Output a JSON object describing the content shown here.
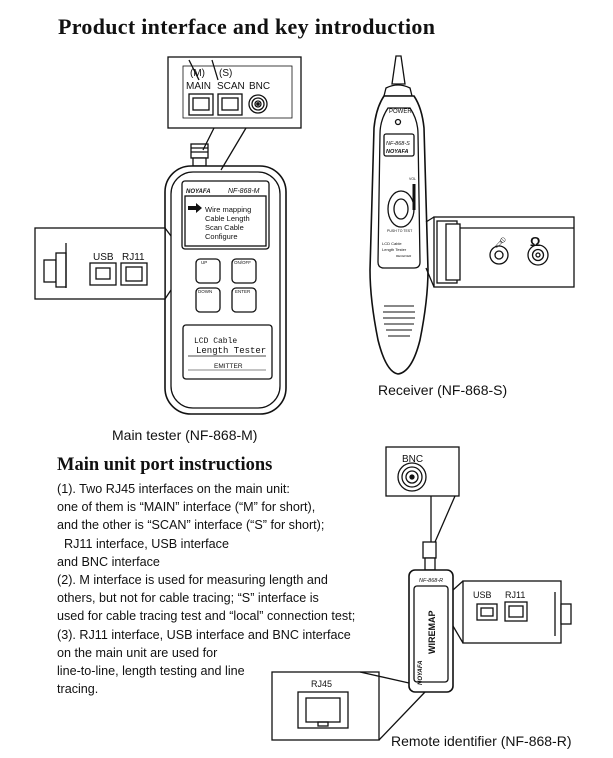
{
  "heading": "Product interface and key introduction",
  "main_unit": {
    "top_ports": {
      "m_tag": "(M)",
      "s_tag": "(S)",
      "main": "MAIN",
      "scan": "SCAN",
      "bnc": "BNC"
    },
    "side_ports": {
      "usb": "USB",
      "rj11": "RJ11"
    },
    "brand": "NOYAFA",
    "model": "NF-868-M",
    "menu": [
      "Wire mapping",
      "Cable Length",
      "Scan Cable",
      "Configure"
    ],
    "keys": {
      "up": "UP",
      "onoff": "ON/OFF",
      "down": "DOWN",
      "enter": "ENTER"
    },
    "label_line1": "LCD Cable",
    "label_line2": "Length Tester",
    "label_line3": "EMITTER",
    "caption": "Main tester (NF-868-M)"
  },
  "receiver": {
    "power": "POWER",
    "model": "NF-868-S",
    "brand": "NOYAFA",
    "vol": "VOL",
    "push": "PUSH TO TEST",
    "label_line1": "LCD Cable",
    "label_line2": "Length Tester",
    "label_line3": "RECEIVER",
    "caption": "Receiver (NF-868-S)"
  },
  "remote": {
    "model": "NF-868-R",
    "wiremap": "WIREMAP",
    "brand": "NOYAFA",
    "bnc": "BNC",
    "usb": "USB",
    "rj11": "RJ11",
    "rj45": "RJ45",
    "caption": "Remote identifier (NF-868-R)"
  },
  "section_title": "Main unit port instructions",
  "instructions": [
    "(1). Two RJ45 interfaces on the main unit:",
    "one of them is “MAIN” interface (“M” for short),",
    "and the other is “SCAN” interface (“S” for short);",
    "  RJ11 interface, USB interface",
    "and BNC interface",
    "(2). M interface is used for measuring length and",
    "others, but not for cable tracing; “S” interface is",
    "used for cable tracing test and “local” connection test;",
    "(3). RJ11 interface, USB interface and BNC interface",
    "on the main unit are used for",
    "line-to-line, length testing and line",
    "tracing."
  ]
}
